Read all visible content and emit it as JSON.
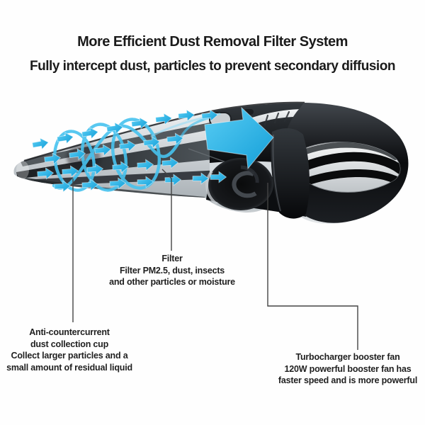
{
  "header": {
    "title": "More Efficient Dust Removal Filter System",
    "subtitle": "Fully intercept dust, particles to prevent secondary diffusion"
  },
  "illustration": {
    "subject": "handheld cordless vacuum cleaner side view with airflow spiral and arrows",
    "airflow_direction": "left to right"
  },
  "colors": {
    "accent_blue": "#2eb6e9",
    "text": "#1d1d1d",
    "leader_line": "#444444",
    "body_metal": "#c6cbcf",
    "body_black": "#0b0d10"
  },
  "callouts": {
    "filter": {
      "lines": [
        "Filter",
        "Filter PM2.5, dust, insects",
        "and other particles or moisture"
      ]
    },
    "dust_cup": {
      "lines": [
        "Anti-countercurrent",
        "dust collection cup",
        "Collect larger particles and a",
        "small amount of residual liquid"
      ]
    },
    "booster_fan": {
      "lines": [
        "Turbocharger booster fan",
        "120W powerful booster fan has",
        "faster speed and is more powerful"
      ]
    }
  }
}
